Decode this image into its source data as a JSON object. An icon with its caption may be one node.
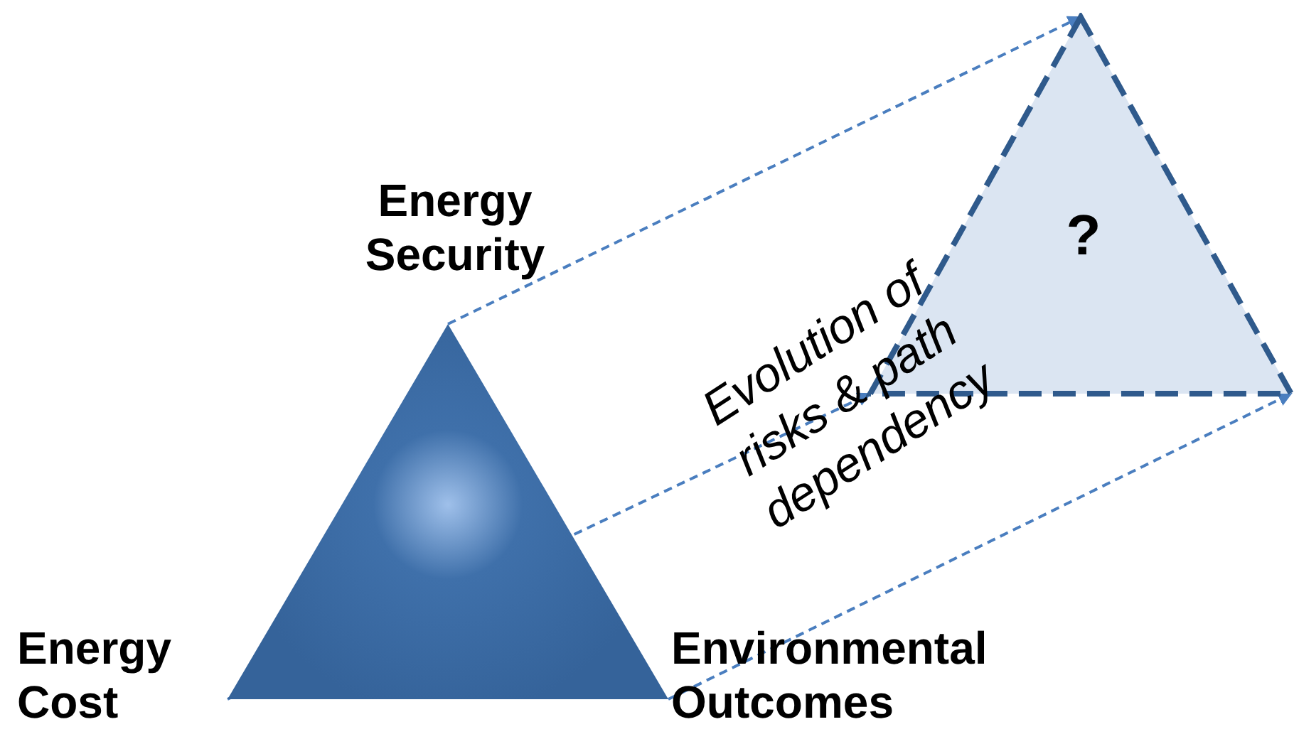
{
  "diagram": {
    "nodes": [
      {
        "text": [],
        "shape": "triangle"
      },
      {
        "text": [
          "?"
        ]
      }
    ],
    "edges": [
      {
        "from": 0,
        "to": 1,
        "arrow": "to",
        "style": "dashed"
      },
      {
        "from": 0,
        "to": 1,
        "arrow": "to",
        "style": "dashed"
      },
      {
        "from": 0,
        "to": 1,
        "arrow": "to",
        "style": "dashed"
      }
    ],
    "labels": [
      "Energy Security",
      "Energy Cost",
      "Environmental Outcomes",
      "Evolution of risks & path dependency"
    ]
  }
}
